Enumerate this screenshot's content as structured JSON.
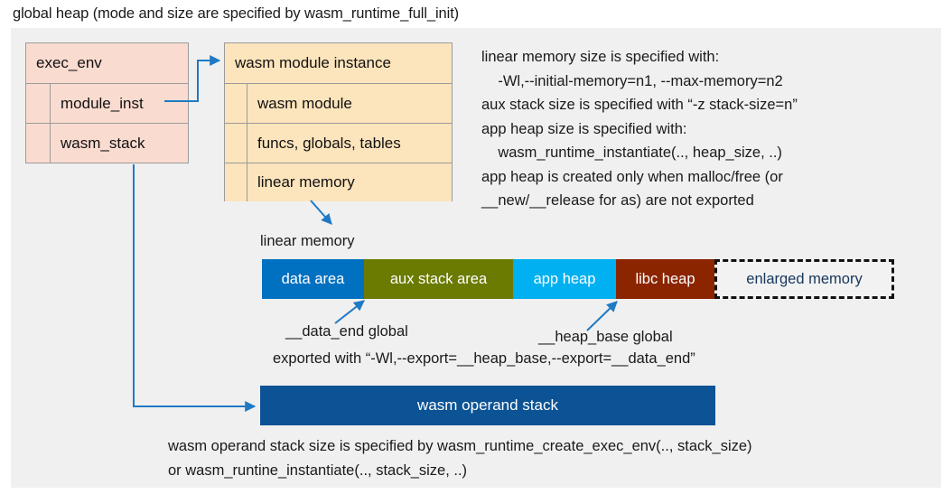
{
  "title": "global heap (mode and size are specified by wasm_runtime_full_init)",
  "colors": {
    "canvas_bg": "#f0f0f0",
    "exec_env_fill": "#fadbd0",
    "module_instance_fill": "#fce4bc",
    "box_border": "#9b9b9b",
    "connector": "#1f7ac4",
    "data_area": "#0070c0",
    "aux_stack_area": "#6b7a00",
    "app_heap": "#00b0f0",
    "libc_heap": "#8b2500",
    "enlarged_memory_border": "#111111",
    "enlarged_memory_text": "#16365c",
    "operand_stack": "#0b5394"
  },
  "exec_env": {
    "header": "exec_env",
    "rows": [
      "module_inst",
      "wasm_stack"
    ]
  },
  "module_instance": {
    "header": "wasm module instance",
    "rows": [
      "wasm module",
      "funcs, globals, tables",
      "linear memory"
    ]
  },
  "notes": {
    "text": "linear memory size is specified with:\n    -Wl,--initial-memory=n1, --max-memory=n2\naux stack size is specified with “-z stack-size=n”\napp heap size is specified with:\n    wasm_runtime_instantiate(.., heap_size, ..)\napp heap is created only when malloc/free (or\n__new/__release for as) are not exported"
  },
  "linear_memory": {
    "caption": "linear memory",
    "segments": [
      {
        "label": "data area",
        "color": "#0070c0",
        "width": 113
      },
      {
        "label": "aux stack area",
        "color": "#6b7a00",
        "width": 165
      },
      {
        "label": "app heap",
        "color": "#00b0f0",
        "width": 114
      },
      {
        "label": "libc heap",
        "color": "#8b2500",
        "width": 109
      },
      {
        "label": "enlarged memory",
        "color": "#f2f2f2",
        "width": 199
      }
    ]
  },
  "annotations": {
    "data_end": "__data_end global",
    "heap_base": "__heap_base global",
    "exported": "exported with “-Wl,--export=__heap_base,--export=__data_end”"
  },
  "operand_stack": {
    "label": "wasm operand stack"
  },
  "bottom_note": {
    "text": "wasm operand stack size is specified by wasm_runtime_create_exec_env(.., stack_size)\nor wasm_runtine_instantiate(.., stack_size, ..)"
  }
}
